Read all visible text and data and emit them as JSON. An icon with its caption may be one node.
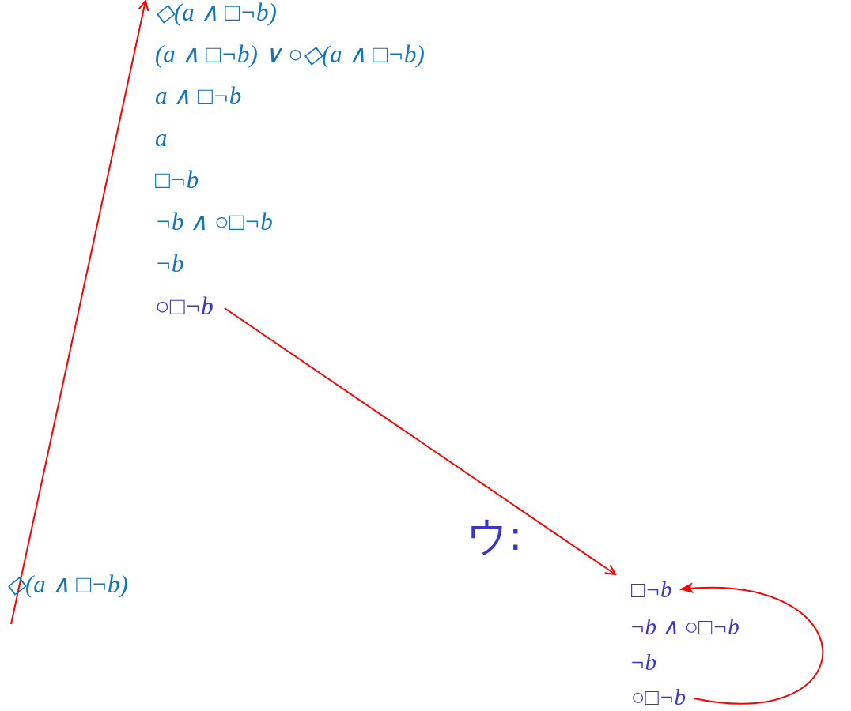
{
  "diagram": {
    "nodes": [
      {
        "text": [
          "◇(a ∧ □¬b)"
        ]
      },
      {
        "text": [
          "(a ∧ □¬b) ∨ ○◇(a ∧ □¬b)"
        ]
      },
      {
        "text": [
          "a ∧ □¬b"
        ]
      },
      {
        "text": [
          "a"
        ]
      },
      {
        "text": [
          "□¬b"
        ]
      },
      {
        "text": [
          "¬b ∧ ○□¬b"
        ]
      },
      {
        "text": [
          "¬b"
        ]
      },
      {
        "text": [
          "○□¬b"
        ]
      },
      {
        "text": [
          "◇(a ∧ □¬b)"
        ]
      },
      {
        "text": [
          "□¬b"
        ]
      },
      {
        "text": [
          "¬b ∧ ○□¬b"
        ]
      },
      {
        "text": [
          "¬b"
        ]
      },
      {
        "text": [
          "○□¬b"
        ]
      }
    ],
    "edges": [
      {
        "from": null,
        "to": 0,
        "arrow": "to"
      },
      {
        "from": 7,
        "to": 9,
        "arrow": "to"
      },
      {
        "from": 12,
        "to": 9,
        "arrow": "to"
      }
    ],
    "labels": [
      "ウ:"
    ]
  }
}
